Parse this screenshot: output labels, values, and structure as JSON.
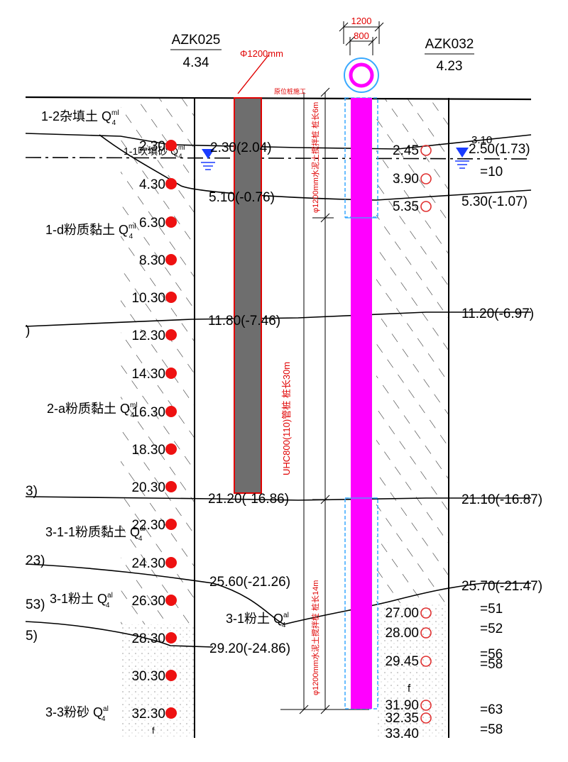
{
  "boreholes": {
    "left": {
      "id": "AZK025",
      "elevation": "4.34"
    },
    "right": {
      "id": "AZK032",
      "elevation": "4.23"
    }
  },
  "pile_diameter_label": "Φ1200mm",
  "top_red_note": "原位桩施工",
  "dims": {
    "outer": "1200",
    "inner": "800"
  },
  "vertical_labels": {
    "upper_casing": "φ1200mm水泥土搅拌桩 桩长6m",
    "pipe_pile": "UHC800(110)管桩 桩长30m",
    "lower_casing": "φ1200mm水泥土搅拌桩 桩长14m"
  },
  "soil_layers": [
    {
      "code": "1-2杂填土 Q",
      "sup": "ml",
      "sub": "4"
    },
    {
      "code": "1-1吹填砂 Q",
      "sup": "ml",
      "sub": "4"
    },
    {
      "code": "1-d粉质黏土 Q",
      "sup": "ml",
      "sub": "4"
    },
    {
      "code": "2-a粉质黏土 Q",
      "sup": "ml",
      "sub": "4"
    },
    {
      "code": "3-1-1粉质黏土 Q",
      "sup": "al",
      "sub": "4"
    },
    {
      "code": "3-1粉土 Q",
      "sup": "al",
      "sub": "4"
    },
    {
      "code": "3-1粉土 Q",
      "sup": "al",
      "sub": "4"
    },
    {
      "code": "3-3粉砂 Q",
      "sup": "al",
      "sub": "4"
    }
  ],
  "left_samples": [
    "2.30",
    "4.30",
    "6.30",
    "8.30",
    "10.30",
    "12.30",
    "14.30",
    "16.30",
    "18.30",
    "20.30",
    "22.30",
    "24.30",
    "26.30",
    "28.30",
    "30.30",
    "32.30"
  ],
  "left_boundaries": [
    "2.30(2.04)",
    "5.10(-0.76)",
    "11.80(-7.46)",
    "21.20(-16.86)",
    "25.60(-21.26)",
    "29.20(-24.86)"
  ],
  "right_samples": [
    "2.45",
    "3.90",
    "5.35",
    "27.00",
    "28.00",
    "29.45",
    "31.90",
    "32.35",
    "33.40"
  ],
  "right_boundaries": [
    "3.10",
    "5.30(-1.07)",
    "11.20(-6.97)",
    "21.10(-16.87)",
    "25.70(-21.47)"
  ],
  "right_water": "2.50(1.73)",
  "blow_counts": [
    "=10",
    "=51",
    "=52",
    "=56",
    "=58",
    "=63",
    "=58"
  ],
  "edge_fragments": [
    ")",
    "3)",
    "23)",
    "53)",
    "5)"
  ],
  "misc_f": "f",
  "colors": {
    "pipe_pile": "#ff00ff",
    "existing_pile": "#6e6e6e",
    "casing": "#39a9ff",
    "annotation": "#e00000",
    "water": "#1a3cff"
  }
}
